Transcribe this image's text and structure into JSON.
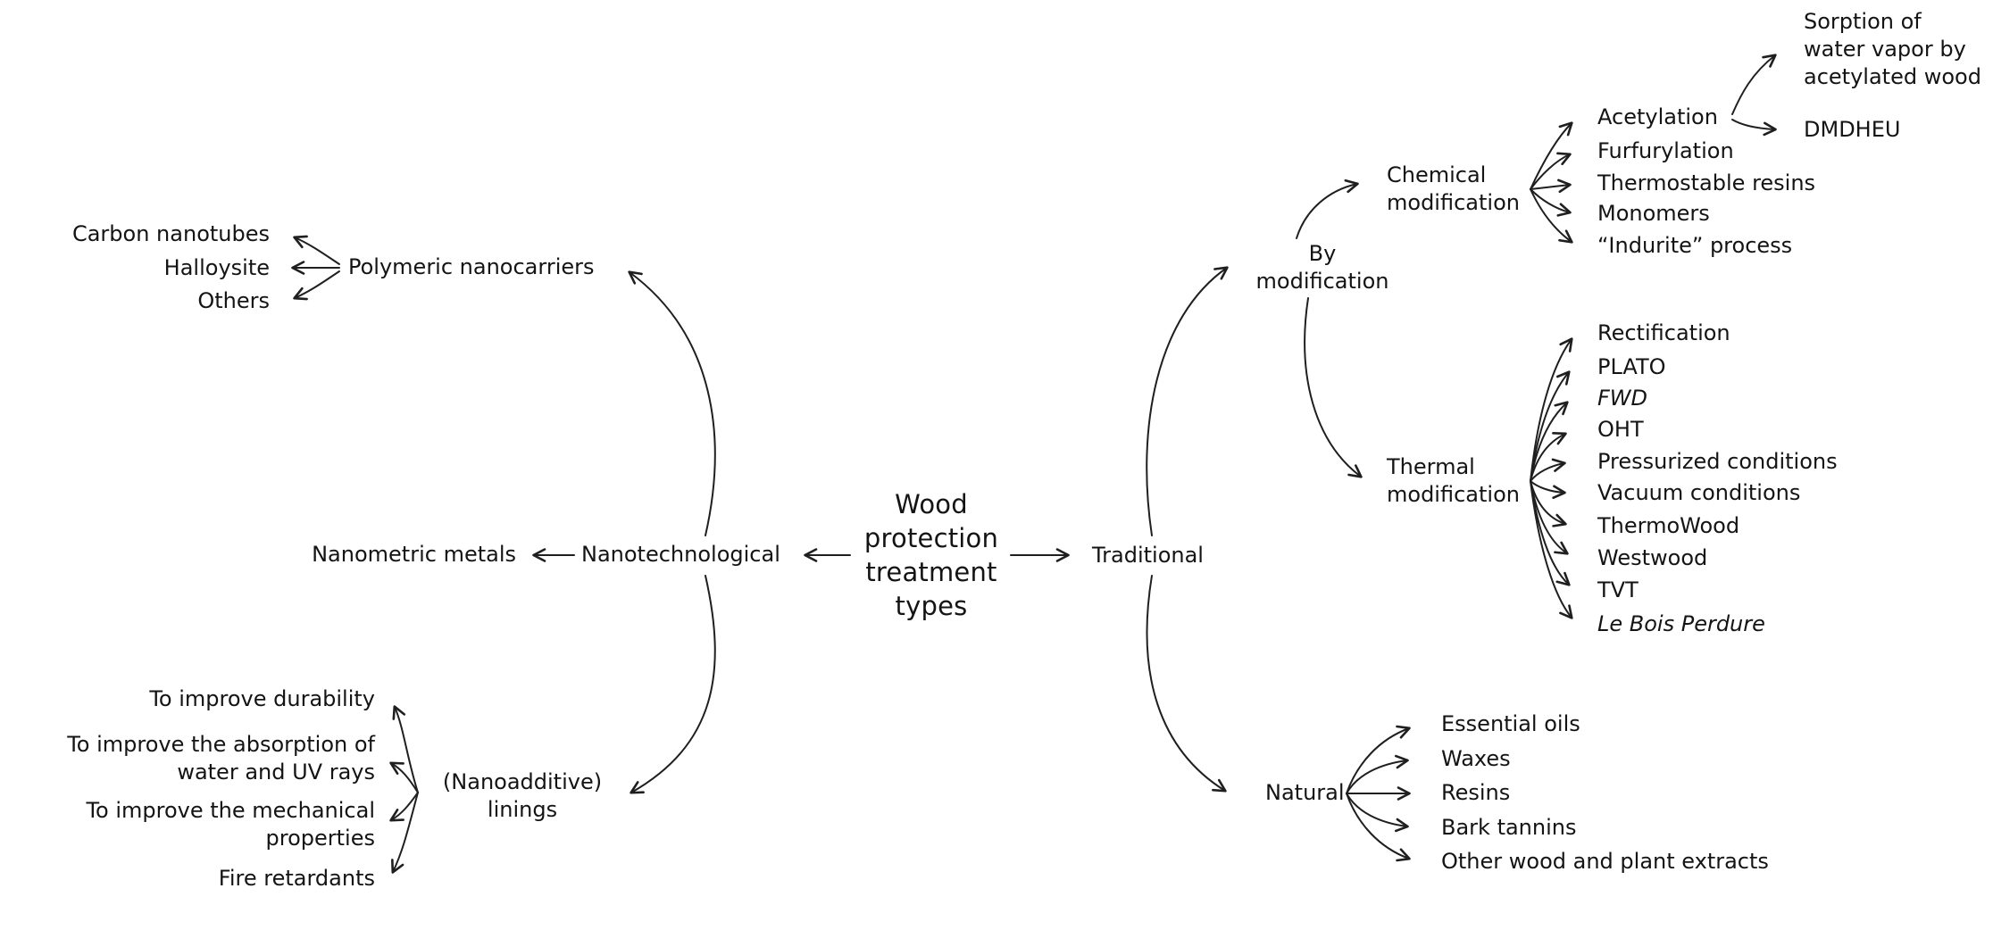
{
  "diagram": {
    "center_title": "Wood\nprotection\ntreatment\ntypes",
    "nano": {
      "root_label": "Nanotechnological",
      "metals_label": "Nanometric metals",
      "polymeric": {
        "label": "Polymeric nanocarriers",
        "children": [
          "Carbon nanotubes",
          "Halloysite",
          "Others"
        ]
      },
      "linings": {
        "label": "(Nanoadditive)\nlinings",
        "children": [
          "To improve durability",
          "To improve the absorption of\nwater and UV rays",
          "To improve the mechanical\nproperties",
          "Fire retardants"
        ]
      }
    },
    "traditional": {
      "root_label": "Traditional",
      "by_modification": {
        "label": "By\nmodification",
        "chemical": {
          "label": "Chemical\nmodification",
          "children": [
            "Acetylation",
            "Furfurylation",
            "Thermostable resins",
            "Monomers",
            "“Indurite” process"
          ],
          "acetylation_children": [
            "Sorption of\nwater vapor by\nacetylated wood",
            "DMDHEU"
          ]
        },
        "thermal": {
          "label": "Thermal\nmodification",
          "children": [
            "Rectification",
            "PLATO",
            "FWD",
            "OHT",
            "Pressurized conditions",
            "Vacuum conditions",
            "ThermoWood",
            "Westwood",
            "TVT",
            "Le Bois Perdure"
          ]
        }
      },
      "natural": {
        "label": "Natural",
        "children": [
          "Essential oils",
          "Waxes",
          "Resins",
          "Bark tannins",
          "Other wood and plant extracts"
        ]
      }
    },
    "style": {
      "line_color": "#1f1f1f",
      "text_color": "#141414",
      "background": "#ffffff"
    }
  }
}
